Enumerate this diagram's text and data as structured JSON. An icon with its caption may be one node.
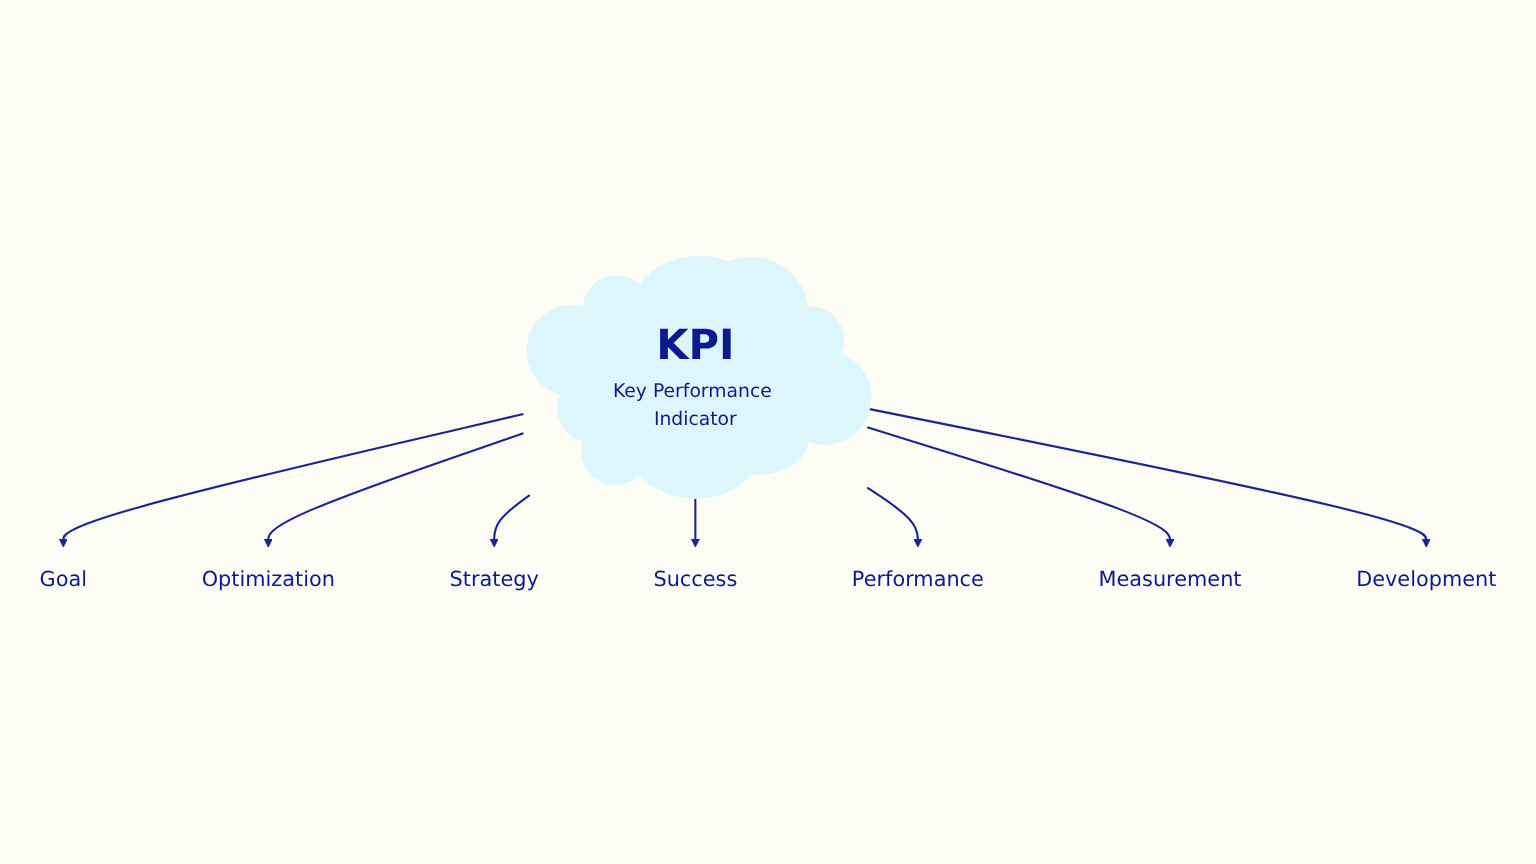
{
  "diagram": {
    "nodes": [
      {
        "text": [
          "KPI",
          "Key Performance Indicator"
        ]
      },
      {
        "text": [
          "Goal"
        ]
      },
      {
        "text": [
          "Optimization"
        ]
      },
      {
        "text": [
          "Strategy"
        ]
      },
      {
        "text": [
          "Success"
        ]
      },
      {
        "text": [
          "Performance"
        ]
      },
      {
        "text": [
          "Measurement"
        ]
      },
      {
        "text": [
          "Development"
        ]
      }
    ],
    "edges": [
      {
        "from": 0,
        "to": 1,
        "arrow": "to"
      },
      {
        "from": 0,
        "to": 2,
        "arrow": "to"
      },
      {
        "from": 0,
        "to": 3,
        "arrow": "to"
      },
      {
        "from": 0,
        "to": 4,
        "arrow": "to"
      },
      {
        "from": 0,
        "to": 5,
        "arrow": "to"
      },
      {
        "from": 0,
        "to": 6,
        "arrow": "to"
      },
      {
        "from": 0,
        "to": 7,
        "arrow": "to"
      }
    ]
  }
}
